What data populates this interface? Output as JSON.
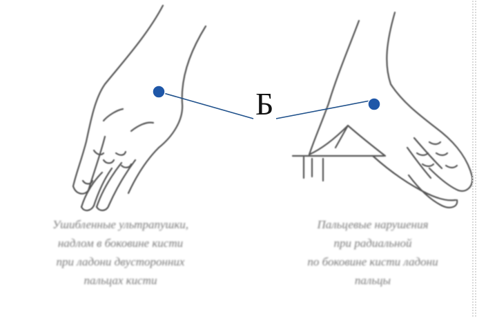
{
  "diagram": {
    "marker_label": "Б",
    "caption_left": "Ушибленные ультрапушки,\nнадлом в боковине кисти\nпри ладони двусторонних\nпальцах кисти",
    "caption_right": "Пальцевые нарушения\nпри радиальной\nпо боковине кисти ладони\nпальцы",
    "colors": {
      "marker_dot": "#1f57a8",
      "leader_line": "#1d4f8a",
      "sketch": "#555555"
    }
  }
}
